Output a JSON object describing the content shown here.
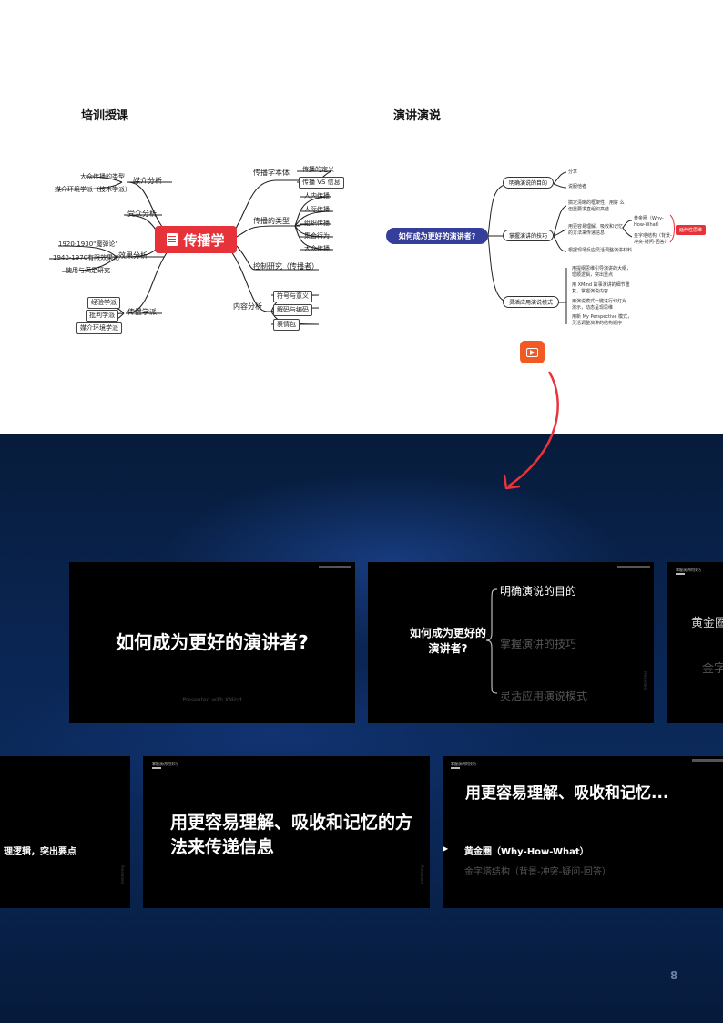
{
  "headings": {
    "left": "培训授课",
    "right": "演讲演说"
  },
  "left_map": {
    "center": "传播学",
    "branches": {
      "media_analysis": {
        "label": "媒介分析",
        "children": [
          "大众传播的类型",
          "媒介环境学派（技术学派）"
        ]
      },
      "audience": {
        "label": "受众分析"
      },
      "effect": {
        "label": "效果分析",
        "children": [
          "1920-1930\"魔弹论\"",
          "1940-1970有限效果论",
          "使用与满足研究"
        ]
      },
      "schools": {
        "label": "传播学派",
        "children": [
          "经验学派",
          "批判学派",
          "媒介环境学派"
        ]
      },
      "body": {
        "label": "传播学本体",
        "children": [
          "传播的定义",
          "传播 VS 信息"
        ]
      },
      "types": {
        "label": "传播的类型",
        "children": [
          "人内传播",
          "人际传播",
          "组织传播",
          "集合行为",
          "大众传播"
        ]
      },
      "control": {
        "label": "控制研究（传播者）"
      },
      "content": {
        "label": "内容分析",
        "children": [
          "符号与意义",
          "解码与编码",
          "表情包"
        ]
      }
    }
  },
  "right_map": {
    "center": "如何成为更好的演讲者?",
    "goal": {
      "label": "明确演说的目的",
      "children": [
        "分享",
        "说服他者"
      ]
    },
    "skills": {
      "label": "掌握演讲的技巧",
      "children": [
        "搞定清晰的框架性，用好 么但重要求直组织高结",
        "用更容易理解、吸收和记忆 的方法来传递信息",
        "根据现场反应灵活调整演讲材料"
      ],
      "sub": [
        "黄金圈（Why-How-What）",
        "金字塔结构（背景-冲突-疑问-回答）"
      ],
      "tag": "延伸性思维"
    },
    "modes": {
      "label": "灵活应用演说模式",
      "children": [
        "用提纲思维引导演讲的大纲，理顺逻辑，突出重点",
        "用 XMind 故事演讲的细节重复，掌握演说内容",
        "用演说模式一键进行幻灯片演示，动态呈现思维",
        "用新 My Perspective 模式，灵活调整演讲的结构顺序"
      ]
    }
  },
  "slides": {
    "s1": {
      "title": "如何成为更好的演讲者?",
      "footer": "Presented with XMind"
    },
    "s2": {
      "center": "如何成为更好的演讲者?",
      "items": [
        "明确演说的目的",
        "掌握演讲的技巧",
        "灵活应用演说模式"
      ]
    },
    "s3": {
      "header": "掌握演讲的技巧",
      "lines": [
        "黄金圈",
        "金字"
      ]
    },
    "s4": {
      "text": "理逻辑，突出要点"
    },
    "s5": {
      "header": "掌握演讲的技巧",
      "title": "用更容易理解、吸收和记忆的方法来传递信息"
    },
    "s6": {
      "header": "掌握演讲的技巧",
      "title": "用更容易理解、吸收和记忆...",
      "items": [
        "黄金圈（Why-How-What）",
        "金字塔结构（背景-冲突-疑问-回答）"
      ]
    }
  },
  "page_number": "8",
  "colors": {
    "center_red": "#e6333a",
    "center_blue": "#353f9a",
    "play_orange": "#f15a24",
    "arrow_red": "#e8343a"
  }
}
